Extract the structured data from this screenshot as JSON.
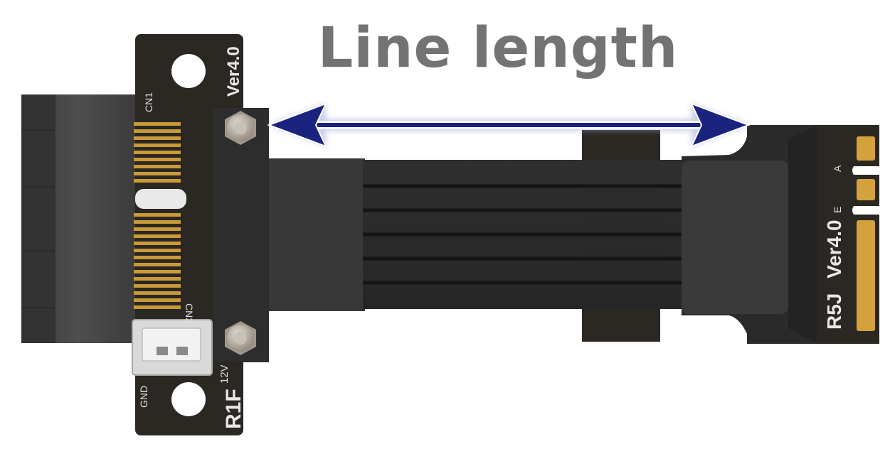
{
  "title": "Line length",
  "left_board": {
    "version": "Ver4.0",
    "model": "R1F",
    "connector_1": "CN1",
    "connector_2": "CN2",
    "voltage_label": "12V",
    "ground_label": "GND"
  },
  "right_board": {
    "model": "R5J",
    "version": "Ver4.0",
    "version_suffix": "E",
    "key_label": "A"
  },
  "colors": {
    "title": "#737373",
    "arrow": "#1a237e",
    "pcb": "#2b2722",
    "cable": "#3a3a3a",
    "connector": "#4a4a4a",
    "gold_contacts": "#d4a23c",
    "screw": "#bdb4a8"
  }
}
